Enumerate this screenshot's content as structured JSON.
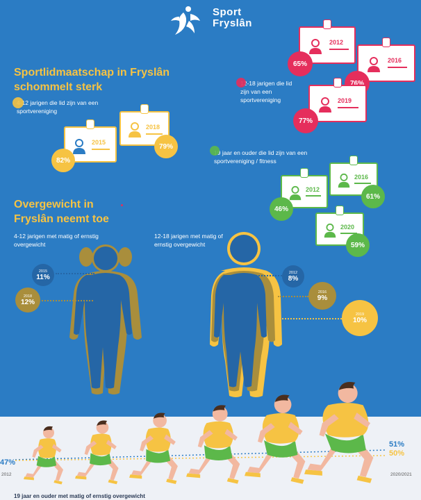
{
  "logo": {
    "line1": "Sport",
    "line2": "Fryslân"
  },
  "section1": {
    "title_line1": "Sportlidmaatschap in Fryslân",
    "title_line2": "schommelt sterk",
    "group_4_12": {
      "label": "4-12 jarigen die lid zijn van een sportvereniging",
      "cards": [
        {
          "year": "2015",
          "pct": "82%"
        },
        {
          "year": "2018",
          "pct": "79%"
        }
      ]
    },
    "group_12_18": {
      "label": "12-18 jarigen die lid zijn van een sportvereniging",
      "cards": [
        {
          "year": "2012",
          "pct": "65%"
        },
        {
          "year": "2016",
          "pct": "76%"
        },
        {
          "year": "2019",
          "pct": "77%"
        }
      ]
    },
    "group_19plus": {
      "label": "19 jaar en ouder die lid zijn van een sportvereniging / fitness",
      "cards": [
        {
          "year": "2012",
          "pct": "46%"
        },
        {
          "year": "2016",
          "pct": "61%"
        },
        {
          "year": "2020",
          "pct": "59%"
        }
      ]
    }
  },
  "section2": {
    "title_line1": "Overgewicht in",
    "title_line2": "Fryslân neemt toe",
    "kids_label": "4-12 jarigen met matig of ernstig overgewicht",
    "kids": [
      {
        "year": "2015",
        "pct": "11%"
      },
      {
        "year": "2018",
        "pct": "12%"
      }
    ],
    "teens_label": "12-18 jarigen met matig of ernstig overgewicht",
    "teens": [
      {
        "year": "2012",
        "pct": "8%"
      },
      {
        "year": "2016",
        "pct": "9%"
      },
      {
        "year": "2019",
        "pct": "10%"
      }
    ]
  },
  "adults": {
    "start_pct": "47%",
    "start_year": "2012",
    "end_pct_a": "51%",
    "end_pct_b": "50%",
    "end_year": "2020/2021",
    "label": "19 jaar en ouder met matig of ernstig overgewicht"
  },
  "colors": {
    "blue": "#2b7cc4",
    "yellow": "#f6c343",
    "pink": "#e52e5c",
    "green": "#5cb84a",
    "gold": "#a98e3c"
  }
}
